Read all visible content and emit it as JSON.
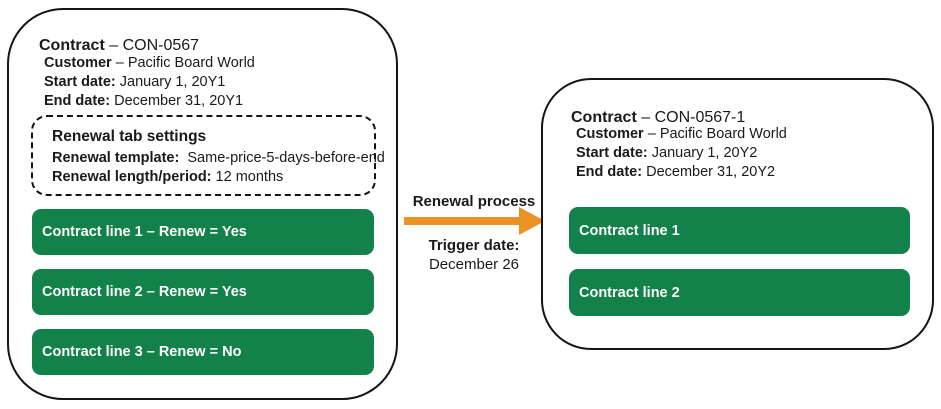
{
  "colors": {
    "bar_green": "#12814A",
    "bar_text": "#FFFFFF",
    "arrow_orange": "#EB9224",
    "box_border": "#141414"
  },
  "source_contract": {
    "title": {
      "label": "Contract",
      "sep": " – ",
      "value": "CON-0567"
    },
    "fields": [
      {
        "label": "Customer",
        "sep": " – ",
        "value": "Pacific Board World"
      },
      {
        "label": "Start date:",
        "sep": " ",
        "value": "January 1, 20Y1"
      },
      {
        "label": "End date:",
        "sep": " ",
        "value": "December 31, 20Y1"
      }
    ],
    "settings": {
      "title": "Renewal tab settings",
      "fields": [
        {
          "label": "Renewal template:",
          "sep": "  ",
          "value": "Same-price-5-days-before-end"
        },
        {
          "label": "Renewal length/period:",
          "sep": " ",
          "value": "12 months"
        }
      ]
    },
    "lines": [
      "Contract line 1 – Renew = Yes",
      "Contract line 2 – Renew = Yes",
      "Contract line 3 – Renew = No"
    ]
  },
  "process": {
    "label": "Renewal process",
    "trigger_label": "Trigger date:",
    "trigger_value": "December 26"
  },
  "renewed_contract": {
    "title": {
      "label": "Contract",
      "sep": " – ",
      "value": "CON-0567-1"
    },
    "fields": [
      {
        "label": "Customer",
        "sep": " – ",
        "value": "Pacific Board World"
      },
      {
        "label": "Start date:",
        "sep": " ",
        "value": "January 1, 20Y2"
      },
      {
        "label": "End date:",
        "sep": " ",
        "value": "December 31, 20Y2"
      }
    ],
    "lines": [
      "Contract line 1",
      "Contract line 2"
    ]
  }
}
